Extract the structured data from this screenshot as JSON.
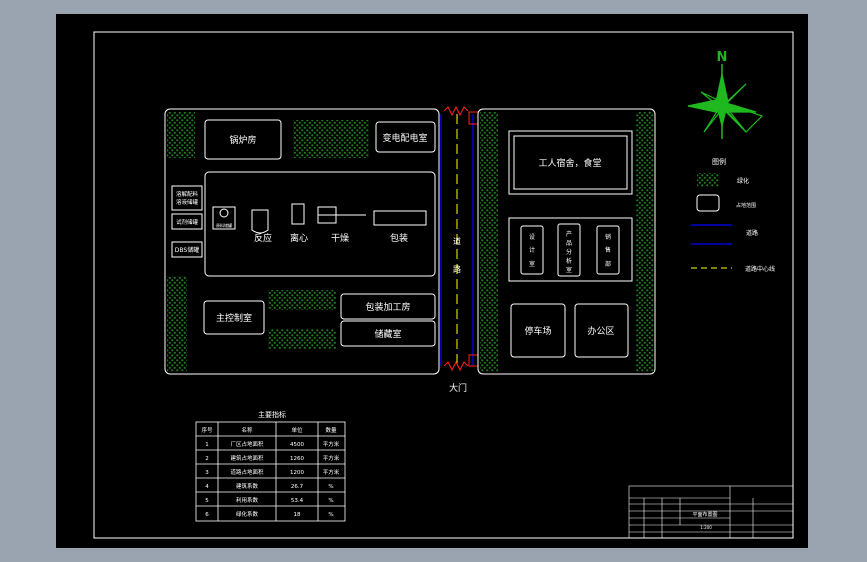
{
  "colors": {
    "background": "#000000",
    "line": "#ffffff",
    "hatch": "#1f7a1f",
    "road_line": "#0000ff",
    "center_line": "#ffff00",
    "gate_spring": "#ff2020",
    "north_arrow": "#1fb81f"
  },
  "north": {
    "letter": "N"
  },
  "buildings": {
    "boiler_room": "锅炉房",
    "substation": "变电配电室",
    "dosing": "溶解配料\n溶液储罐",
    "reagent": "试剂储罐",
    "dbs": "DBS储罐",
    "main_control": "主控制室",
    "packaging": "包装加工房",
    "storage": "储藏室",
    "dorm_canteen": "工人宿舍，食堂",
    "design": "设计室",
    "product_design": "产品分析室",
    "sales": "销售部",
    "parking": "停车场",
    "office": "办公区"
  },
  "process": {
    "reaction": "反应",
    "centrifuge": "离心",
    "dry": "干燥",
    "package": "包装",
    "tiny_tag": "原料储罐"
  },
  "road": {
    "label_chars": [
      "道",
      "路"
    ],
    "gate": "大门"
  },
  "legend": {
    "title": "图例",
    "items": [
      {
        "symbol": "hatch",
        "label": "绿化"
      },
      {
        "symbol": "rect",
        "label": "占地范围"
      },
      {
        "symbol": "blue",
        "label": "道路"
      },
      {
        "symbol": "dash",
        "label": "道路中心线"
      }
    ]
  },
  "indicators": {
    "title": "主要指标",
    "headers": [
      "序号",
      "名称",
      "单位",
      "数量"
    ],
    "rows": [
      [
        "1",
        "厂区占地面积",
        "4500",
        "平方米"
      ],
      [
        "2",
        "建筑占地面积",
        "1260",
        "平方米"
      ],
      [
        "3",
        "道路占地面积",
        "1200",
        "平方米"
      ],
      [
        "4",
        "建筑系数",
        "26.7",
        "%"
      ],
      [
        "5",
        "利用系数",
        "53.4",
        "%"
      ],
      [
        "6",
        "绿化系数",
        "18",
        "%"
      ]
    ]
  },
  "title_block": {
    "drawing_name": "平面布置图",
    "scale": "1:200"
  }
}
